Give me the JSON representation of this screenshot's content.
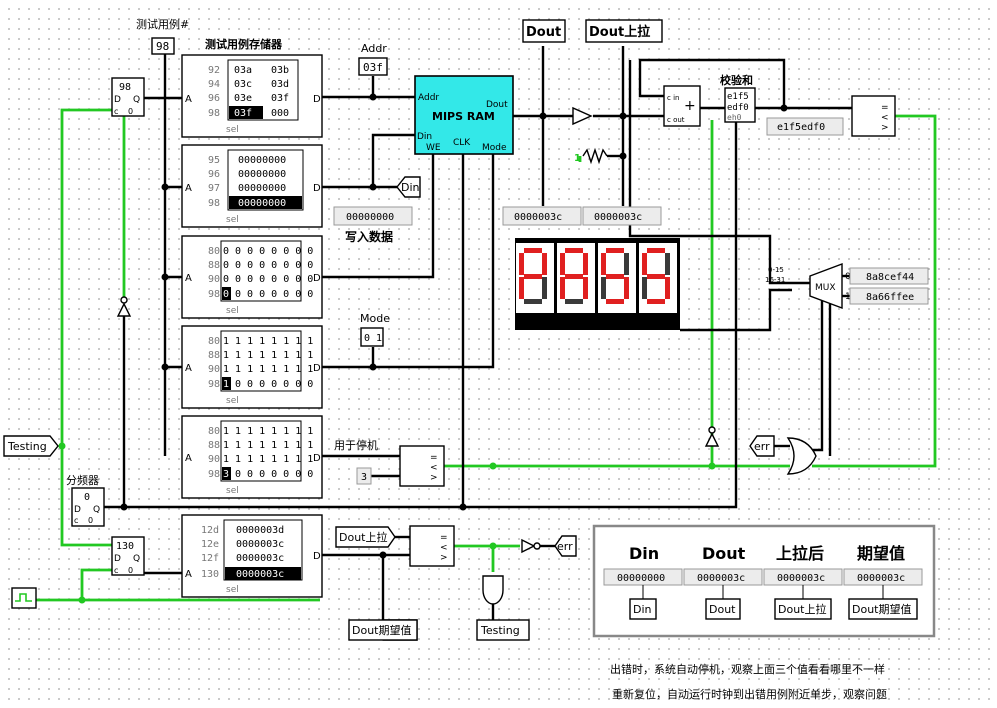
{
  "title_testcase": "测试用例#",
  "testcase_value": "98",
  "rom_title": "测试用例存储器",
  "roms": [
    {
      "rows": [
        [
          "92",
          "03a",
          "03b"
        ],
        [
          "94",
          "03c",
          "03d"
        ],
        [
          "96",
          "03e",
          "03f"
        ],
        [
          "98",
          "03f",
          "000"
        ]
      ],
      "sel": "sel"
    },
    {
      "rows": [
        [
          "95",
          "00000000"
        ],
        [
          "96",
          "00000000"
        ],
        [
          "97",
          "00000000"
        ],
        [
          "98",
          "00000000"
        ]
      ],
      "sel": "sel"
    },
    {
      "rows": [
        [
          "80",
          "0 0 0 0 0 0 0 0"
        ],
        [
          "88",
          "0 0 0 0 0 0 0 0"
        ],
        [
          "90",
          "0 0 0 0 0 0 0 0"
        ],
        [
          "98",
          "0",
          "0 0 0 0 0 0 0"
        ]
      ],
      "sel": "sel"
    },
    {
      "rows": [
        [
          "80",
          "1 1 1 1 1 1 1 1"
        ],
        [
          "88",
          "1 1 1 1 1 1 1 1"
        ],
        [
          "90",
          "1 1 1 1 1 1 1 1"
        ],
        [
          "98",
          "1",
          "0 0 0 0 0 0 0"
        ]
      ],
      "sel": "sel"
    },
    {
      "rows": [
        [
          "80",
          "1 1 1 1 1 1 1 1"
        ],
        [
          "88",
          "1 1 1 1 1 1 1 1"
        ],
        [
          "90",
          "1 1 1 1 1 1 1 1"
        ],
        [
          "98",
          "3",
          "0 0 0 0 0 0 0"
        ]
      ],
      "sel": "sel"
    },
    {
      "rows": [
        [
          "12d",
          "0000003d"
        ],
        [
          "12e",
          "0000003c"
        ],
        [
          "12f",
          "0000003c"
        ],
        [
          "130",
          "0000003c"
        ]
      ],
      "sel": "sel"
    }
  ],
  "labels": {
    "addr": "Addr",
    "addr_val": "03f",
    "ram": "MIPS RAM",
    "ram_addr": "Addr",
    "ram_dout": "Dout",
    "ram_din": "Din",
    "ram_we": "WE",
    "ram_clk": "CLK",
    "ram_mode": "Mode",
    "din_tunnel": "Din",
    "write_val": "00000000",
    "write_label": "写入数据",
    "mode": "Mode",
    "mode_val": "0 1",
    "halt": "用于停机",
    "const3": "3",
    "testing": "Testing",
    "divider": "分频器",
    "reg98": "98",
    "reg130": "130",
    "reg0": "0",
    "dout_top": "Dout",
    "dout_pull_top": "Dout上拉",
    "dout_probe": "0000003c",
    "dout_pull_probe": "0000003c",
    "pull_one": "1",
    "checksum": "校验和",
    "cs_e1f5": "e1f5",
    "cs_edf0": "edf0",
    "cs_eh0": "eh0",
    "cs_probe": "e1f5edf0",
    "adder_cin": "c in",
    "adder_cout": "c out",
    "mux": "MUX",
    "mux_a": "0",
    "mux_a_val": "8a8cef44",
    "mux_b": "1",
    "mux_b_val": "8a66ffee",
    "split_hi": "0-15",
    "split_lo": "16-31",
    "err": "err",
    "dout_pull_tunnel": "Dout上拉",
    "dout_expect_tunnel": "Dout期望值",
    "testing_bottom": "Testing",
    "note1": "出错时，系统自动停机，观察上面三个值看看哪里不一样",
    "note2": "重新复位，自动运行时钟到出错用例附近单步，观察问题"
  },
  "display": {
    "text": "PASS",
    "color": "#e02020"
  },
  "summary": {
    "headers": [
      "Din",
      "Dout",
      "上拉后",
      "期望值"
    ],
    "values": [
      "00000000",
      "0000003c",
      "0000003c",
      "0000003c"
    ],
    "tunnels": [
      "Din",
      "Dout",
      "Dout上拉",
      "Dout期望值"
    ]
  }
}
